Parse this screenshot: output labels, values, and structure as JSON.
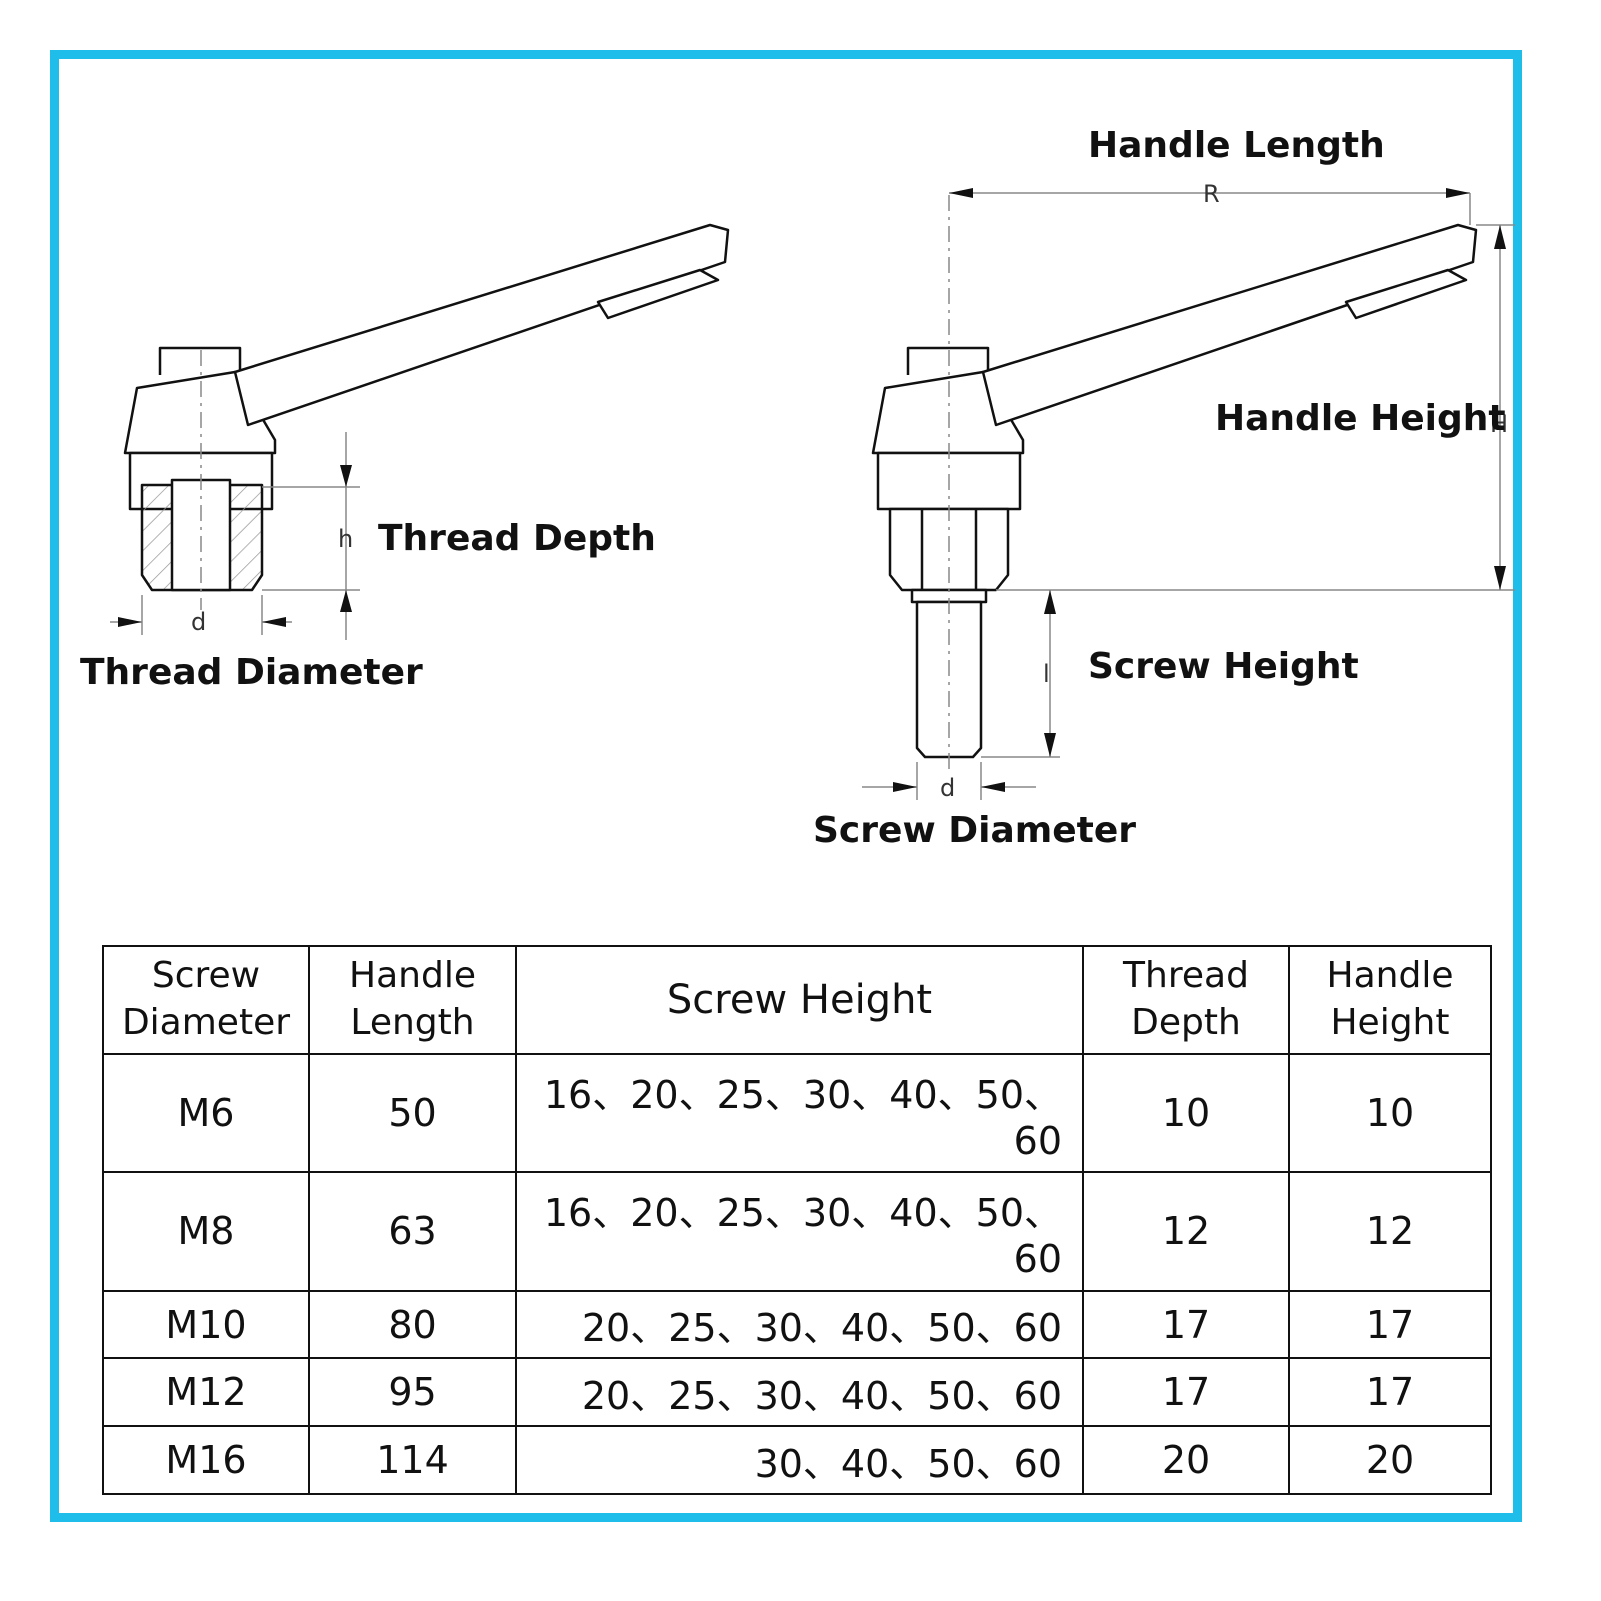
{
  "colors": {
    "frame": "#1fbde9",
    "line": "#111111",
    "dimension": "#555555"
  },
  "labels": {
    "handle_length": "Handle Length",
    "handle_height": "Handle Height",
    "thread_depth": "Thread Depth",
    "thread_diameter": "Thread Diameter",
    "screw_height": "Screw Height",
    "screw_diameter": "Screw Diameter"
  },
  "symbols": {
    "R": "R",
    "H": "H",
    "h": "h",
    "d_left": "d",
    "d_right": "d",
    "l": "l"
  },
  "table": {
    "headers": {
      "screw_diameter": "Screw Diameter",
      "handle_length": "Handle Length",
      "screw_height": "Screw Height",
      "thread_depth": "Thread Depth",
      "handle_height": "Handle Height"
    },
    "rows": [
      {
        "screw_diameter": "M6",
        "handle_length": "50",
        "screw_height": "16、20、25、30、40、50、60",
        "thread_depth": "10",
        "handle_height": "10"
      },
      {
        "screw_diameter": "M8",
        "handle_length": "63",
        "screw_height": "16、20、25、30、40、50、60",
        "thread_depth": "12",
        "handle_height": "12"
      },
      {
        "screw_diameter": "M10",
        "handle_length": "80",
        "screw_height": "20、25、30、40、50、60",
        "thread_depth": "17",
        "handle_height": "17"
      },
      {
        "screw_diameter": "M12",
        "handle_length": "95",
        "screw_height": "20、25、30、40、50、60",
        "thread_depth": "17",
        "handle_height": "17"
      },
      {
        "screw_diameter": "M16",
        "handle_length": "114",
        "screw_height": "30、40、50、60",
        "thread_depth": "20",
        "handle_height": "20"
      }
    ]
  }
}
